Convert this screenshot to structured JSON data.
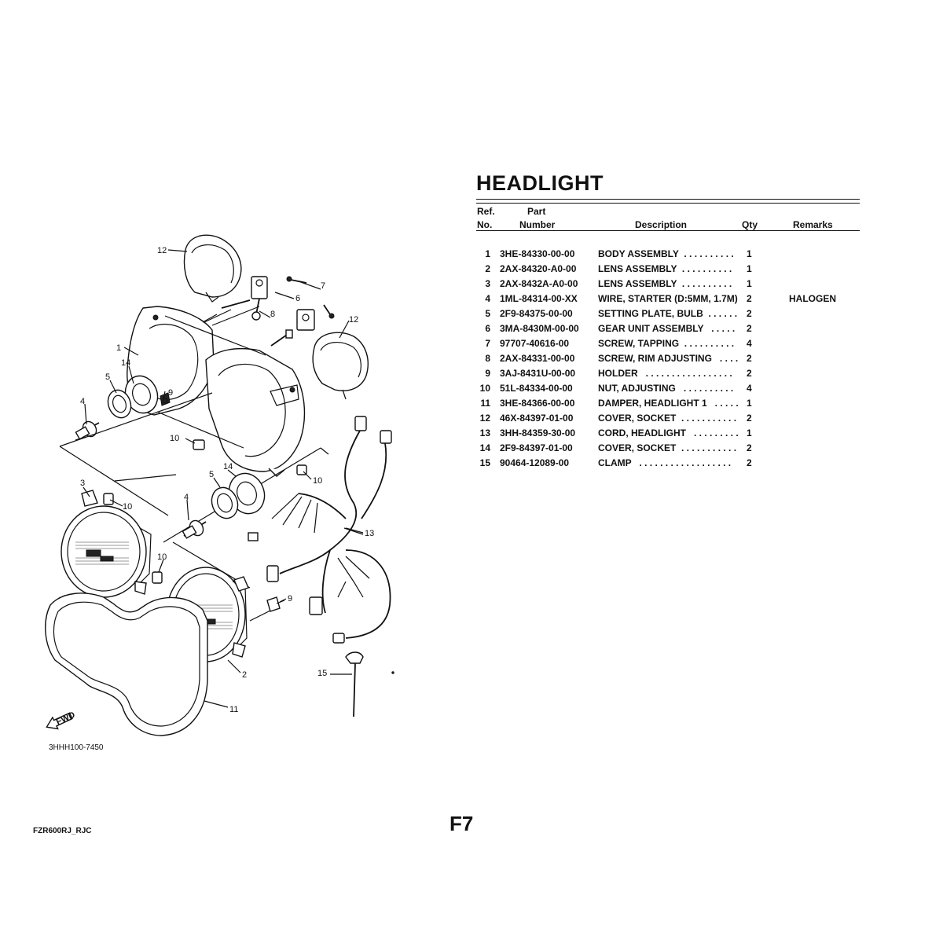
{
  "page": {
    "title": "HEADLIGHT",
    "page_code": "F7",
    "model_code": "FZR600RJ_RJC",
    "figure_code": "3HHH100-7450",
    "fwd_label": "FWD"
  },
  "table": {
    "headers": {
      "ref_line1": "Ref.",
      "ref_line2": "No.",
      "part_line1": "Part",
      "part_line2": "Number",
      "description": "Description",
      "qty": "Qty",
      "remarks": "Remarks"
    },
    "rows": [
      {
        "ref": "1",
        "part_number": "3HE-84330-00-00",
        "description": "BODY ASSEMBLY  . . . . . . . . . .",
        "qty": "1",
        "remarks": ""
      },
      {
        "ref": "2",
        "part_number": "2AX-84320-A0-00",
        "description": "LENS ASSEMBLY  . . . . . . . . . .",
        "qty": "1",
        "remarks": ""
      },
      {
        "ref": "3",
        "part_number": "2AX-8432A-A0-00",
        "description": "LENS ASSEMBLY  . . . . . . . . . .",
        "qty": "1",
        "remarks": ""
      },
      {
        "ref": "4",
        "part_number": "1ML-84314-00-XX",
        "description": "WIRE, STARTER (D:5MM, 1.7M)",
        "qty": "2",
        "remarks": "HALOGEN"
      },
      {
        "ref": "5",
        "part_number": "2F9-84375-00-00",
        "description": "SETTING PLATE, BULB  . . . . . .",
        "qty": "2",
        "remarks": ""
      },
      {
        "ref": "6",
        "part_number": "3MA-8430M-00-00",
        "description": "GEAR UNIT ASSEMBLY   . . . . .",
        "qty": "2",
        "remarks": ""
      },
      {
        "ref": "7",
        "part_number": "97707-40616-00",
        "description": "SCREW, TAPPING  . . . . . . . . . .",
        "qty": "4",
        "remarks": ""
      },
      {
        "ref": "8",
        "part_number": "2AX-84331-00-00",
        "description": "SCREW, RIM ADJUSTING   . . . .",
        "qty": "2",
        "remarks": ""
      },
      {
        "ref": "9",
        "part_number": "3AJ-8431U-00-00",
        "description": "HOLDER   . . . . . . . . . . . . . . . . .",
        "qty": "2",
        "remarks": ""
      },
      {
        "ref": "10",
        "part_number": "51L-84334-00-00",
        "description": "NUT, ADJUSTING   . . . . . . . . . .",
        "qty": "4",
        "remarks": ""
      },
      {
        "ref": "11",
        "part_number": "3HE-84366-00-00",
        "description": "DAMPER, HEADLIGHT 1   . . . . .",
        "qty": "1",
        "remarks": ""
      },
      {
        "ref": "12",
        "part_number": "46X-84397-01-00",
        "description": "COVER, SOCKET  . . . . . . . . . . .",
        "qty": "2",
        "remarks": ""
      },
      {
        "ref": "13",
        "part_number": "3HH-84359-30-00",
        "description": "CORD, HEADLIGHT   . . . . . . . . .",
        "qty": "1",
        "remarks": ""
      },
      {
        "ref": "14",
        "part_number": "2F9-84397-01-00",
        "description": "COVER, SOCKET  . . . . . . . . . . .",
        "qty": "2",
        "remarks": ""
      },
      {
        "ref": "15",
        "part_number": "90464-12089-00",
        "description": "CLAMP   . . . . . . . . . . . . . . . . . .",
        "qty": "2",
        "remarks": ""
      }
    ]
  },
  "callouts": {
    "c1": "1",
    "c2": "2",
    "c3": "3",
    "c4a": "4",
    "c4b": "4",
    "c5a": "5",
    "c5b": "5",
    "c6": "6",
    "c7": "7",
    "c8": "8",
    "c9": "9",
    "c10a": "10",
    "c10b": "10",
    "c10c": "10",
    "c10d": "10",
    "c11": "11",
    "c12a": "12",
    "c12b": "12",
    "c13": "13",
    "c14a": "14",
    "c14b": "14",
    "c15": "15"
  }
}
